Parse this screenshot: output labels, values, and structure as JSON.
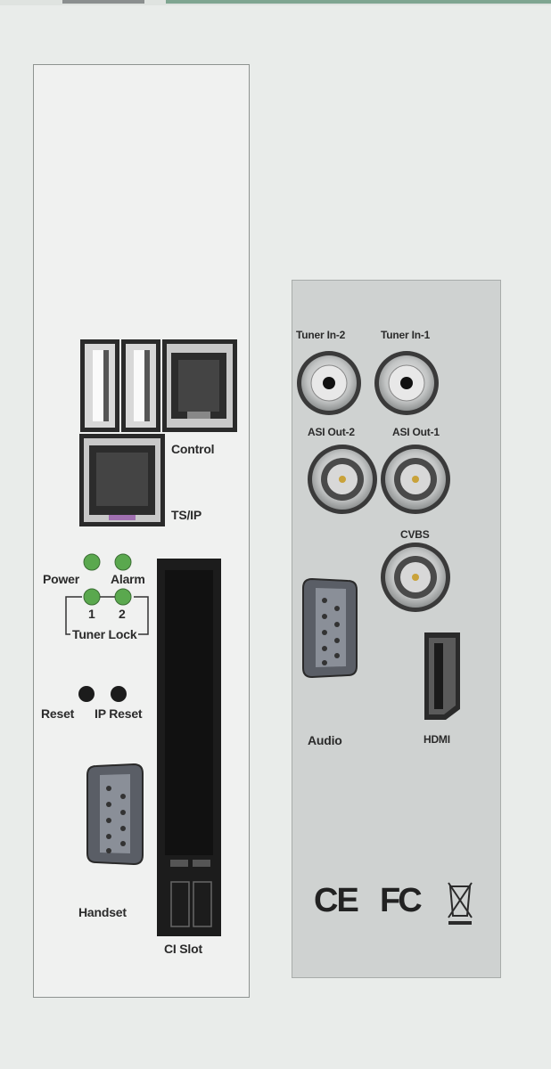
{
  "front_panel": {
    "control_label": "Control",
    "tsip_label": "TS/IP",
    "power_label": "Power",
    "alarm_label": "Alarm",
    "tuner1_label": "1",
    "tuner2_label": "2",
    "tuner_lock_label": "Tuner Lock",
    "reset_label": "Reset",
    "ip_reset_label": "IP Reset",
    "handset_label": "Handset",
    "ci_slot_label": "CI Slot"
  },
  "rear_panel": {
    "tuner_in2_label": "Tuner In-2",
    "tuner_in1_label": "Tuner In-1",
    "asi_out2_label": "ASI Out-2",
    "asi_out1_label": "ASI Out-1",
    "cvbs_label": "CVBS",
    "audio_label": "Audio",
    "hdmi_label": "HDMI",
    "ce_mark": "CE",
    "fc_mark": "FC"
  },
  "colors": {
    "led_green": "#5aa84e",
    "front_panel_bg": "#f0f1f0",
    "rear_panel_bg": "#cfd2d1",
    "ci_slot": "#1c1c1c"
  }
}
